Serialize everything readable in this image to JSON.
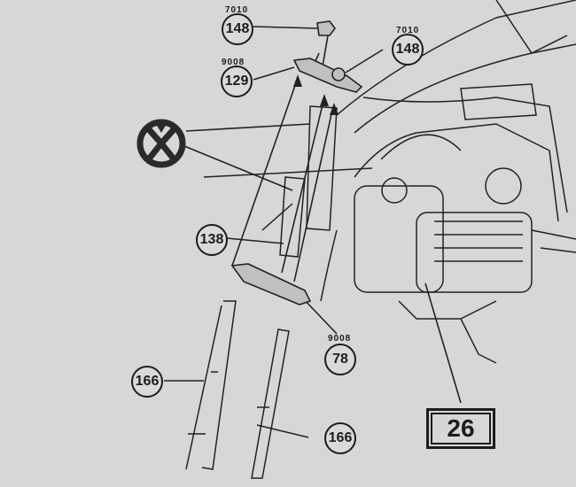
{
  "callouts": [
    {
      "code": "7010",
      "number": "148"
    },
    {
      "code": "9008",
      "number": "129"
    },
    {
      "code": "7010",
      "number": "148"
    },
    {
      "code": "",
      "number": "138"
    },
    {
      "code": "9008",
      "number": "78"
    },
    {
      "code": "",
      "number": "166"
    },
    {
      "code": "",
      "number": "166"
    }
  ],
  "figure_number": "26",
  "symbol": "special-tool-symbol"
}
